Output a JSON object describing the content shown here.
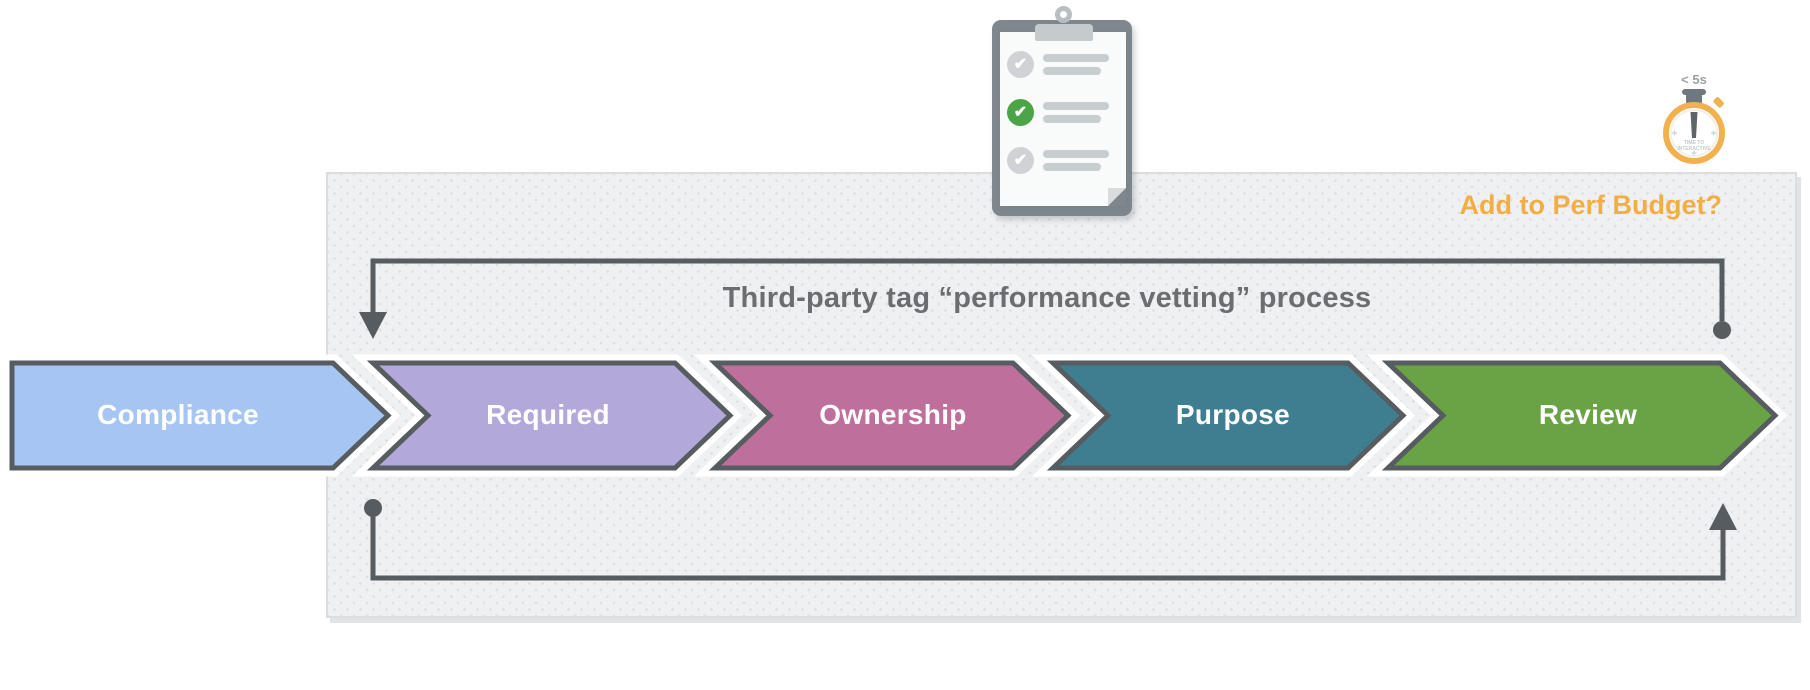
{
  "title": "Third-party tag “performance vetting” process",
  "perf_budget": {
    "label": "Add to Perf Budget?",
    "color": "#F2AE45"
  },
  "stages": [
    {
      "label": "Compliance",
      "color": "#A6C5F3"
    },
    {
      "label": "Required",
      "color": "#B2A8D9"
    },
    {
      "label": "Ownership",
      "color": "#BF6F9C"
    },
    {
      "label": "Purpose",
      "color": "#3F7E90"
    },
    {
      "label": "Review",
      "color": "#6AA346"
    }
  ],
  "connector": {
    "stroke_color": "#575C60"
  },
  "panel": {
    "background": "#EFF0F2",
    "dot_color": "#DEE0E3"
  },
  "stopwatch": {
    "caption": "< 5s",
    "dial_line1": "TIME TO",
    "dial_line2": "INTERACTIVE",
    "ring_color": "#F2B14F"
  },
  "clipboard": {
    "check_glyph": "✔",
    "checked_accent_color": "#4BA546",
    "unchecked_color": "#CFD3D6"
  }
}
